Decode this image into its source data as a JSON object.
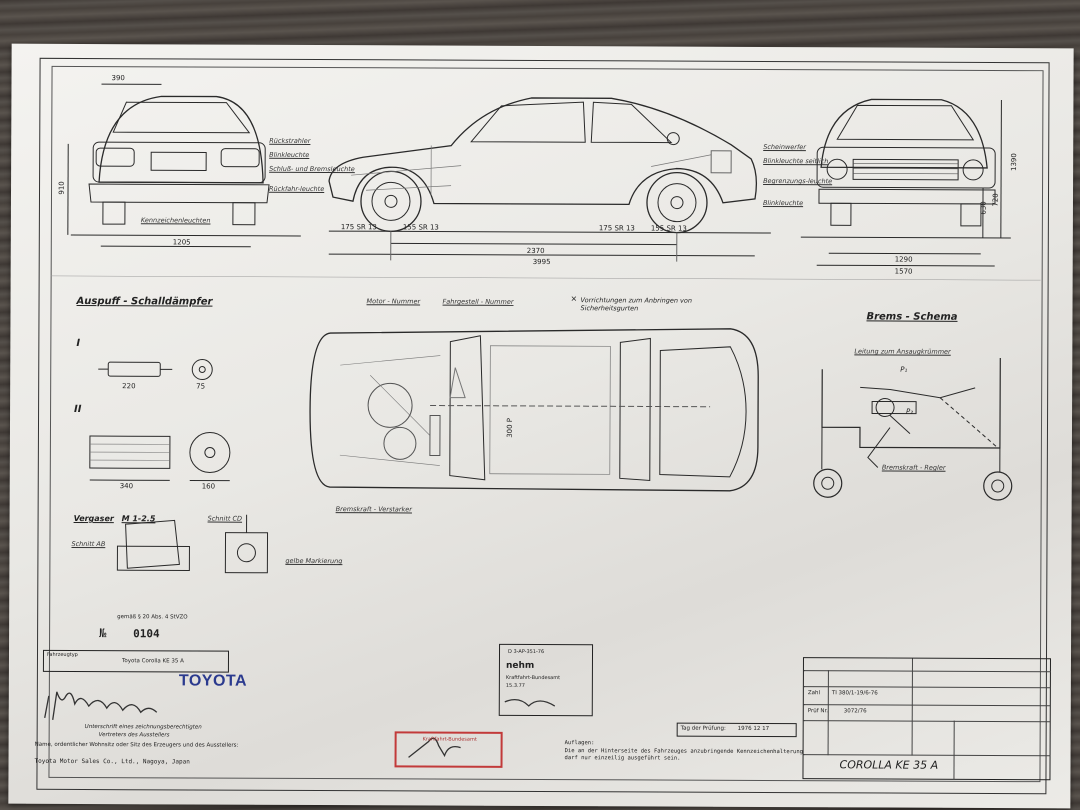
{
  "rear_view": {
    "dim_top": "390",
    "dim_height": "910",
    "dim_width": "1205",
    "callouts": [
      "Rückstrahler",
      "Blinkleuchte",
      "Schluß- und Bremsleuchte",
      "Rückfahr-leuchte",
      "Kennzeichenleuchten"
    ]
  },
  "side_view": {
    "tire_front": "175 SR 13",
    "tire_front_label": "155 SR 13",
    "tire_rear": "175 SR 13",
    "tire_rear_label": "155 SR 13",
    "wheelbase": "2370",
    "length": "3995"
  },
  "front_view": {
    "callouts": [
      "Scheinwerfer",
      "Blinkleuchte seitlich",
      "Begrenzungs-leuchte",
      "Blinkleuchte"
    ],
    "dim_height": "1390",
    "dim_a": "630",
    "dim_b": "720",
    "dim_track": "1290",
    "dim_width": "1570"
  },
  "exhaust": {
    "title": "Auspuff - Schalldämpfer",
    "label_1": "I",
    "label_2": "II",
    "dim_1a": "220",
    "dim_1b": "75",
    "dim_2a": "340",
    "dim_2b": "160"
  },
  "top_view": {
    "motor": "Motor - Nummer",
    "chassis": "Fahrgestell - Nummer",
    "belt_note_mark": "×",
    "belt_note": "Vorrichtungen zum Anbringen von Sicherheitsgurten",
    "servo": "Bremskraft - Verstarker",
    "seat_dim": "300 P"
  },
  "brake": {
    "title": "Brems - Schema",
    "line": "Leitung zum Ansaugkrümmer",
    "regulator": "Bremskraft - Regler",
    "p1": "P₁",
    "p2": "P₂"
  },
  "carb": {
    "title": "Vergaser",
    "model": "M 1-2.5",
    "section_ab": "Schnitt AB",
    "section_cd": "Schnitt CD",
    "marking": "gelbe Markierung"
  },
  "doc": {
    "number_label": "№",
    "number": "0104",
    "ref_small": "gemäß § 20 Abs. 4 StVZO",
    "type_label": "Fahrzeugtyp",
    "type_value": "Toyota Corolla KE 35 A",
    "brand": "TOYOTA",
    "sig_caption_1": "Unterschrift eines zeichnungsberechtigten",
    "sig_caption_2": "Vertreters des Ausstellers",
    "address_note": "Name, ordentlicher Wohnsitz oder Sitz des Erzeugers und des Ausstellers:",
    "company": "Toyota Motor Sales Co., Ltd., Nagoya, Japan",
    "stamp_line1": "D 3-AP-351-76",
    "stamp_line2": "nehm",
    "stamp_line3": "Kraftfahrt-Bundesamt",
    "stamp_line4": "15.3.77",
    "red_stamp": "Kraftfahrt-Bundesamt",
    "note_title": "Auflagen:",
    "note_text": "Die an der Hinterseite des Fahrzeuges anzubringende Kennzeichenhalterung darf nur einzeilig ausgeführt sein.",
    "test_label": "Tag der Prüfung:",
    "test_date": "1976 12 17"
  },
  "title_block": {
    "num1": "TI 380/1-19/6-76",
    "num2": "3072/76",
    "model": "COROLLA  KE 35 A",
    "zahl_label": "Zahl",
    "pruef_label": "Prüf Nr."
  }
}
